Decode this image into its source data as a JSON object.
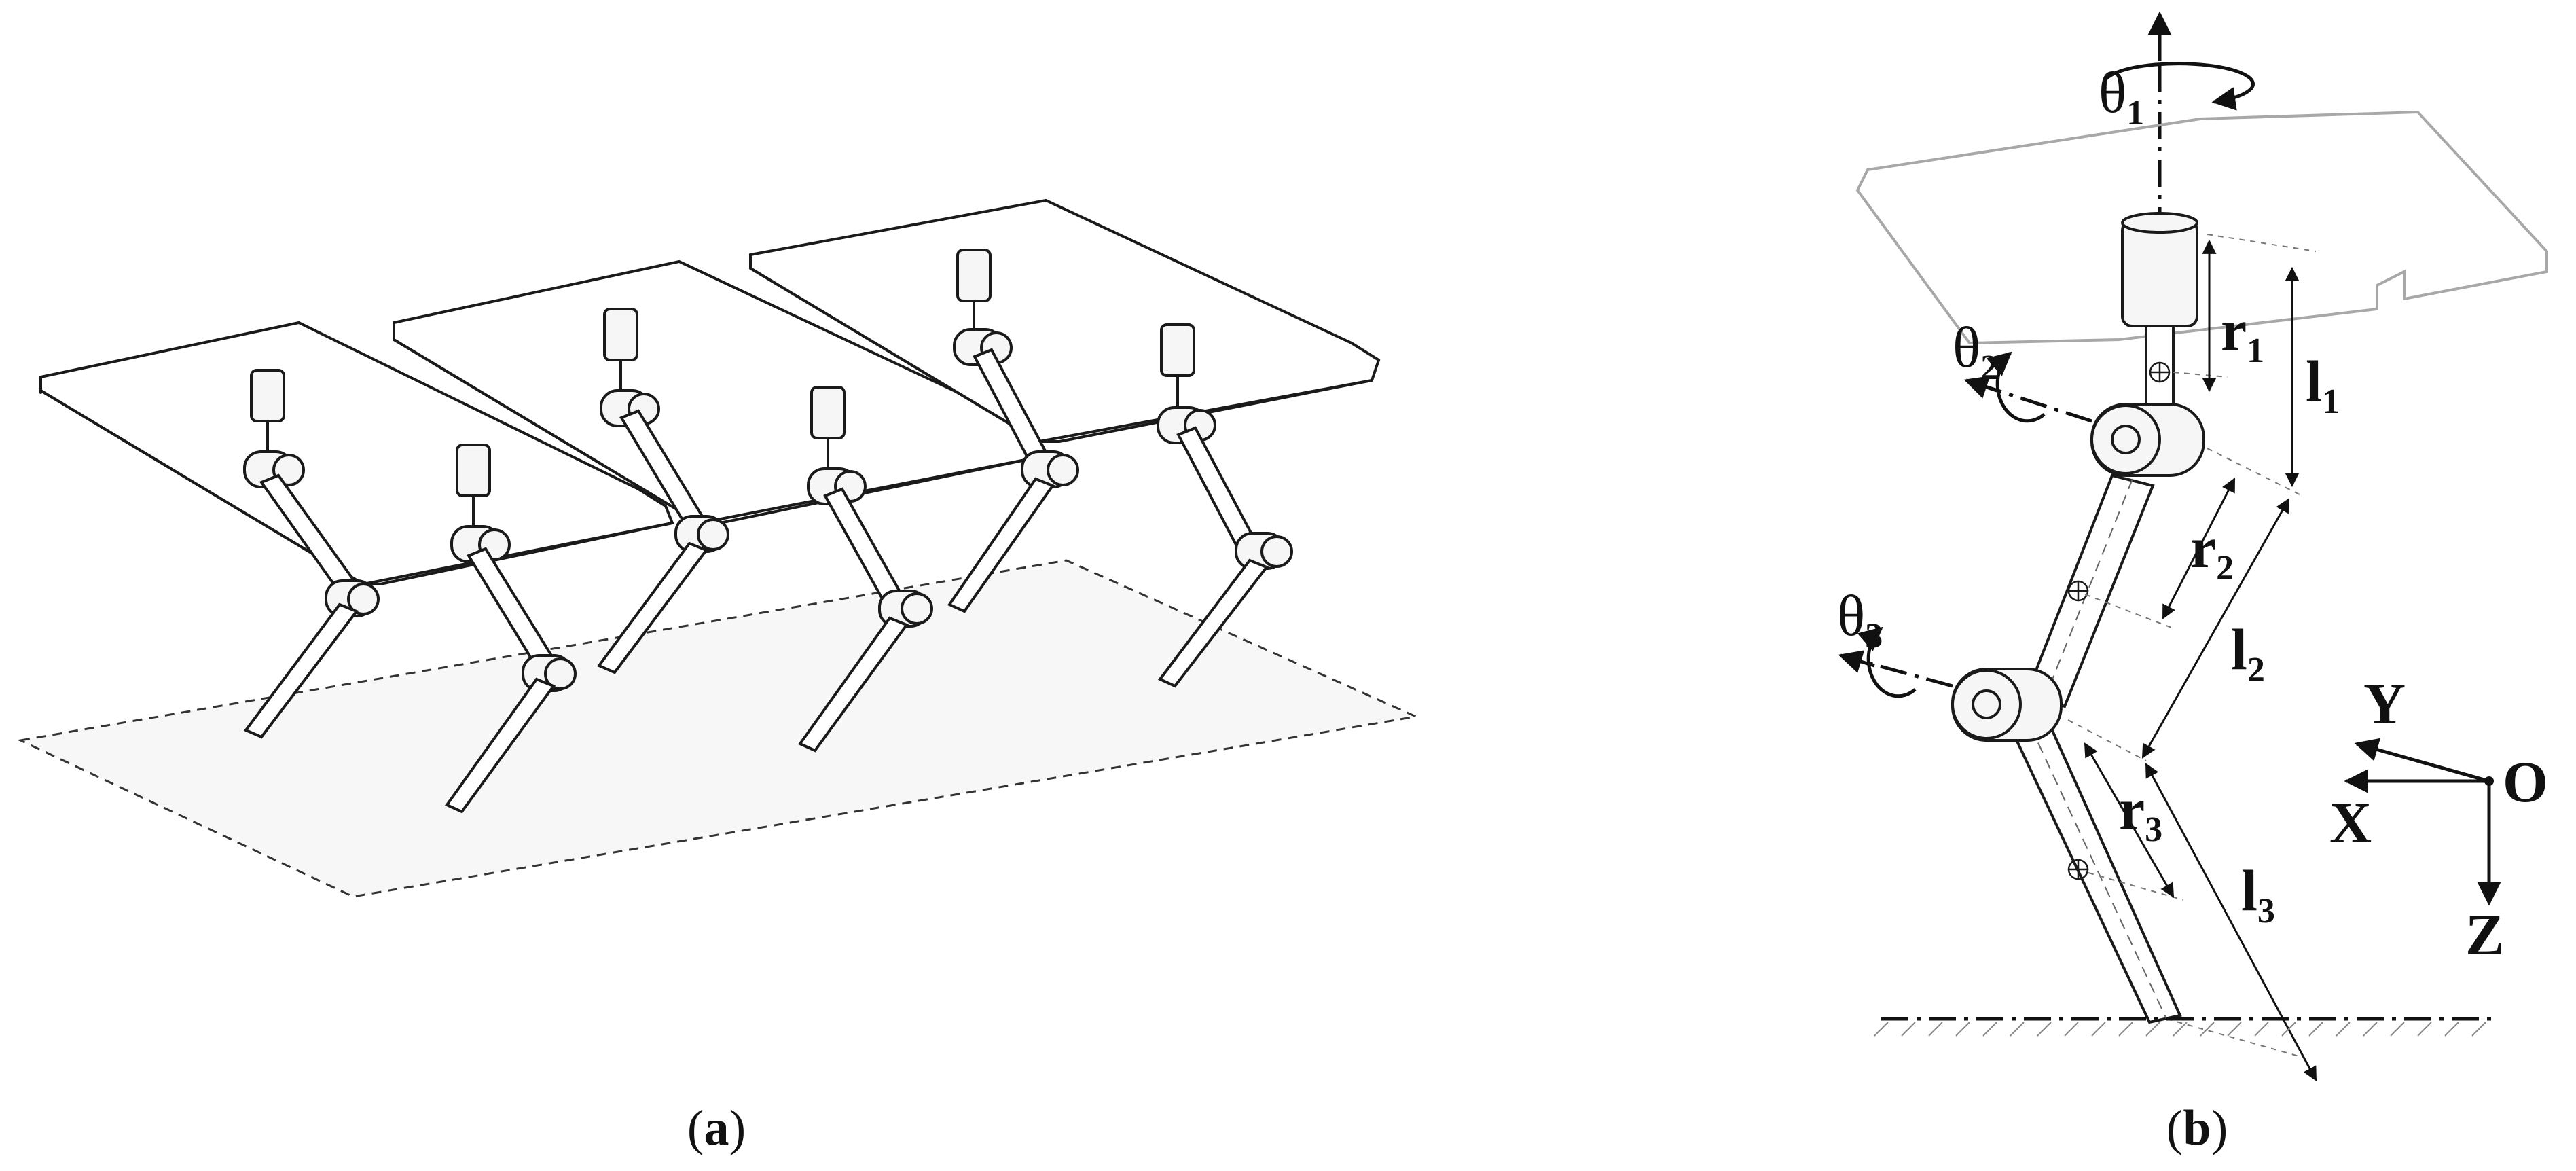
{
  "panel_a": {
    "caption_open": "(",
    "caption_letter": "a",
    "caption_close": ")"
  },
  "panel_b": {
    "caption_open": "(",
    "caption_letter": "b",
    "caption_close": ")",
    "angles": {
      "theta": "θ",
      "theta1_sub": "1",
      "theta2_sub": "2",
      "theta3_sub": "3"
    },
    "lengths": {
      "r": "r",
      "l": "l",
      "r1_sub": "1",
      "r2_sub": "2",
      "r3_sub": "3",
      "l1_sub": "1",
      "l2_sub": "2",
      "l3_sub": "3"
    },
    "axes": {
      "x": "X",
      "y": "Y",
      "z": "Z",
      "origin": "O"
    }
  }
}
